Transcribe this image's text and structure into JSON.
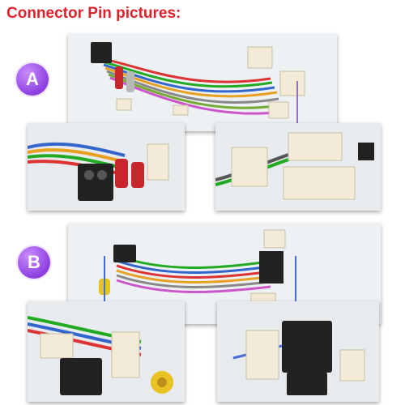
{
  "page": {
    "title": "Connector Pin pictures:"
  },
  "sections": [
    {
      "badge": "A"
    },
    {
      "badge": "B"
    }
  ],
  "colors": {
    "title": "#e0202a",
    "badge": "#8d3fe0",
    "photo_bg": "#eceff1",
    "connector_white": "#f3ead8",
    "connector_black": "#222222",
    "rca_red": "#c8262c",
    "rca_yellow": "#e9c21f"
  }
}
